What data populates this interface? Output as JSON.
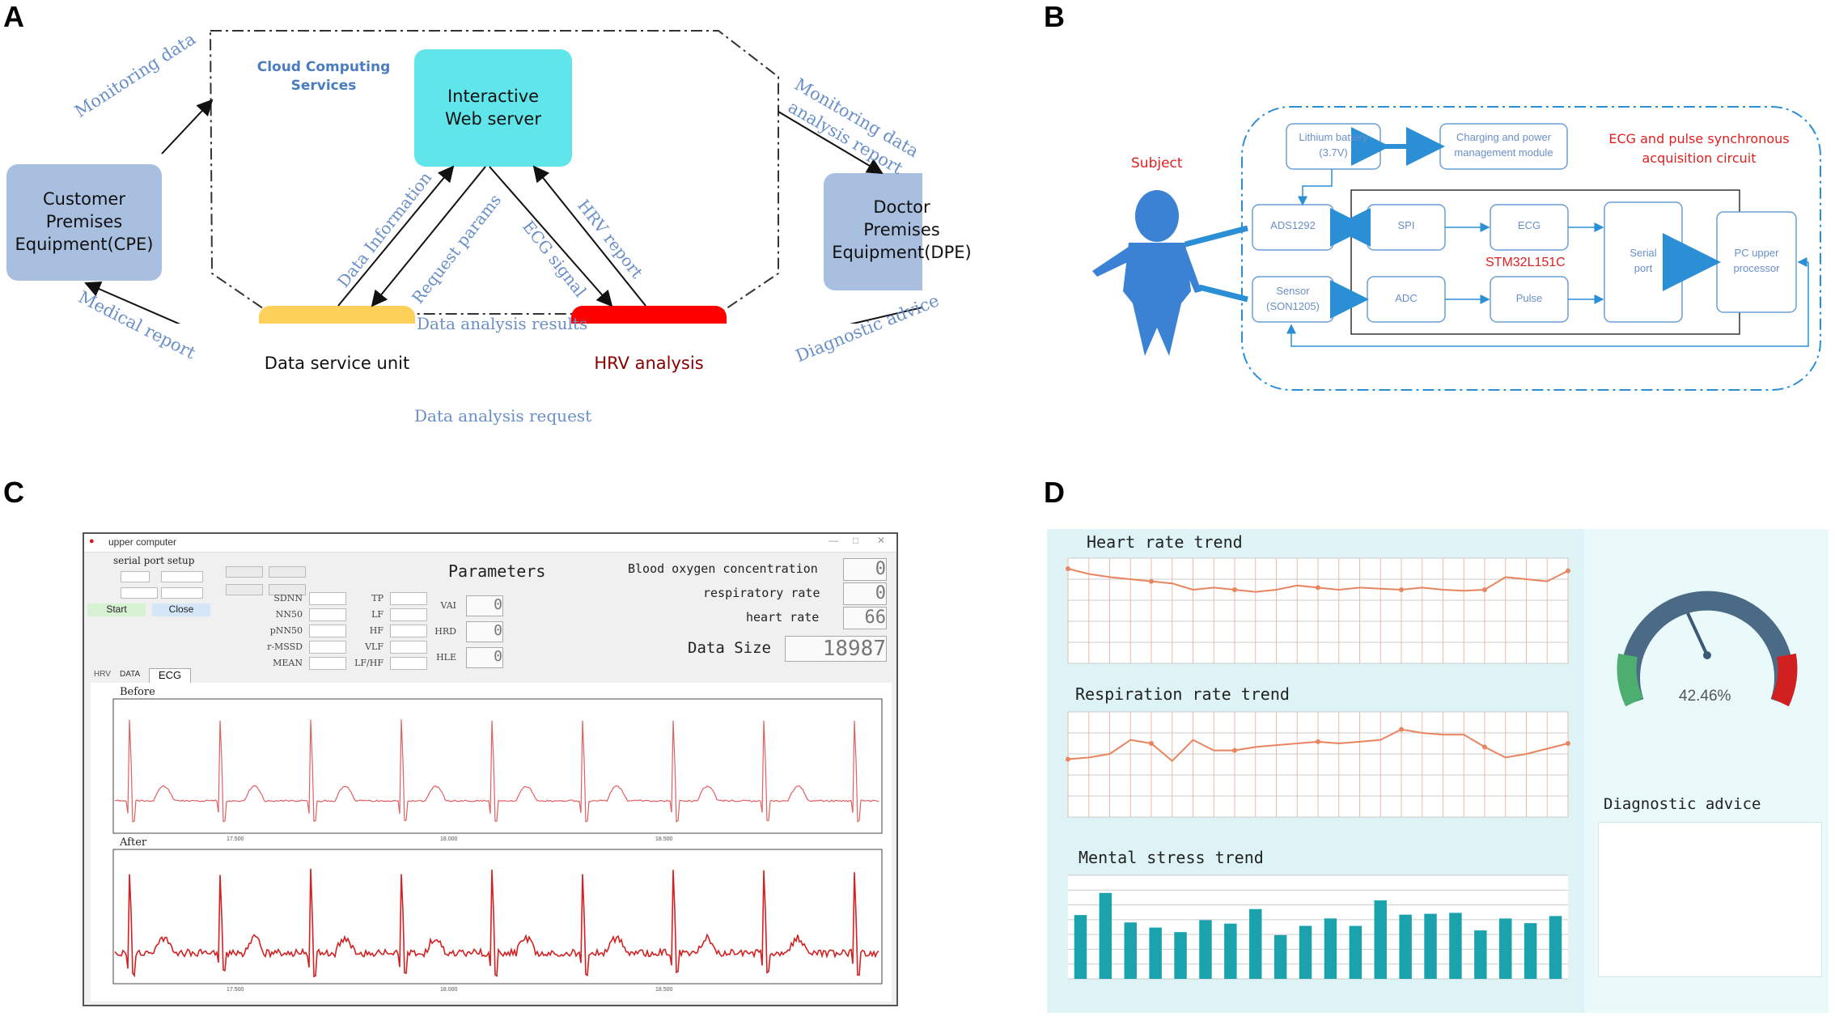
{
  "panels": {
    "A": {
      "letter": "A",
      "cloud_label_line1": "Cloud Computing",
      "cloud_label_line2": "Services",
      "nodes": {
        "cpe": [
          "Customer",
          "Premises",
          "Equipment(CPE)"
        ],
        "web": [
          "Interactive",
          "Web server"
        ],
        "dpe": [
          "Doctor",
          "Premises",
          "Equipment(DPE)"
        ],
        "dsu": "Data service unit",
        "hrv": "HRV analysis"
      },
      "edges": {
        "monitoring_data_left": "Monitoring data",
        "medical_report": "Medical report",
        "monitoring_data_right_1": "Monitoring data",
        "monitoring_data_right_2": "analysis report",
        "diagnostic_advice": "Diagnostic advice",
        "data_information": "Data Information",
        "request_params": "Request params",
        "ecg_signal": "ECG signal",
        "hrv_report": "HRV report",
        "data_analysis_results": "Data analysis results",
        "data_analysis_request": "Data analysis request"
      },
      "colors": {
        "cpe": "#a9bfe0",
        "web": "#5fe5ea",
        "dsu": "#fdd05a",
        "hrv": "#ff0000",
        "edge_text": "#6a8fc8"
      }
    },
    "B": {
      "letter": "B",
      "subject": "Subject",
      "title_line1": "ECG and pulse synchronous",
      "title_line2": "acquisition circuit",
      "battery": [
        "Lithium battery",
        "(3.7V)"
      ],
      "charging": [
        "Charging and power",
        "management module"
      ],
      "ads": "ADS1292",
      "spi": "SPI",
      "ecg": "ECG",
      "sensor": [
        "Sensor",
        "(SON1205)"
      ],
      "adc": "ADC",
      "pulse": "Pulse",
      "mcu": "STM32L151C",
      "serial": [
        "Serial",
        "port"
      ],
      "pc": [
        "PC upper",
        "processor"
      ],
      "colors": {
        "accent": "#2b8fd6",
        "title": "#e02020",
        "box_text": "#6a8fc8"
      }
    },
    "C": {
      "letter": "C",
      "window_title": "upper computer",
      "serial_setup": "serial port setup",
      "start": "Start",
      "close": "Close",
      "parameters": "Parameters",
      "param_col1": [
        "SDNN",
        "NN50",
        "pNN50",
        "r-MSSD",
        "MEAN"
      ],
      "param_col2": [
        "TP",
        "LF",
        "HF",
        "VLF",
        "LF/HF"
      ],
      "param_col3": [
        "VAI",
        "HRD",
        "HLE"
      ],
      "param_col3_values": [
        "0",
        "0",
        "0"
      ],
      "blood_oxygen_label": "Blood oxygen concentration",
      "blood_oxygen_value": "0",
      "respiratory_label": "respiratory rate",
      "respiratory_value": "0",
      "heart_rate_label": "heart rate",
      "heart_rate_value": "66",
      "data_size_label": "Data Size",
      "data_size_value": "18987",
      "tabs": [
        "HRV",
        "DATA",
        "ECG"
      ],
      "before": "Before",
      "after": "After",
      "x_ticks": [
        "17.500",
        "18.000",
        "18.500"
      ]
    },
    "D": {
      "letter": "D",
      "heart_title": "Heart rate trend",
      "resp_title": "Respiration rate trend",
      "stress_title": "Mental stress trend",
      "gauge_value": "42.46%",
      "diagnostic_title": "Diagnostic advice"
    }
  },
  "chart_data": [
    {
      "type": "line",
      "title": "Heart rate trend",
      "ylim": [
        0,
        100
      ],
      "x": [
        1,
        2,
        3,
        4,
        5,
        6,
        7,
        8,
        9,
        10,
        11,
        12,
        13,
        14,
        15,
        16,
        17,
        18,
        19,
        20,
        21,
        22,
        23,
        24,
        25
      ],
      "values": [
        90,
        85,
        82,
        80,
        78,
        76,
        70,
        72,
        70,
        68,
        70,
        74,
        72,
        70,
        72,
        71,
        70,
        72,
        70,
        69,
        70,
        82,
        80,
        78,
        88
      ]
    },
    {
      "type": "line",
      "title": "Respiration rate trend",
      "ylim": [
        0,
        30
      ],
      "x": [
        1,
        2,
        3,
        4,
        5,
        6,
        7,
        8,
        9,
        10,
        11,
        12,
        13,
        14,
        15,
        16,
        17,
        18,
        19,
        20,
        21,
        22,
        23,
        24,
        25
      ],
      "values": [
        16.5,
        17,
        18,
        22,
        21,
        16,
        22,
        19,
        19,
        20,
        20.5,
        21,
        21.5,
        21,
        21.5,
        22,
        25,
        24,
        23.5,
        23.5,
        20,
        17,
        18,
        19.5,
        21
      ]
    },
    {
      "type": "bar",
      "title": "Mental stress trend",
      "ylim": [
        0,
        70
      ],
      "values": [
        43.14,
        58.08,
        38.12,
        34.66,
        31.61,
        39.71,
        37.34,
        47.16,
        29.58,
        35.83,
        40.83,
        35.8,
        53.02,
        43.38,
        43.98,
        44.62,
        32.74,
        40.8,
        37.67,
        42.46
      ]
    }
  ]
}
